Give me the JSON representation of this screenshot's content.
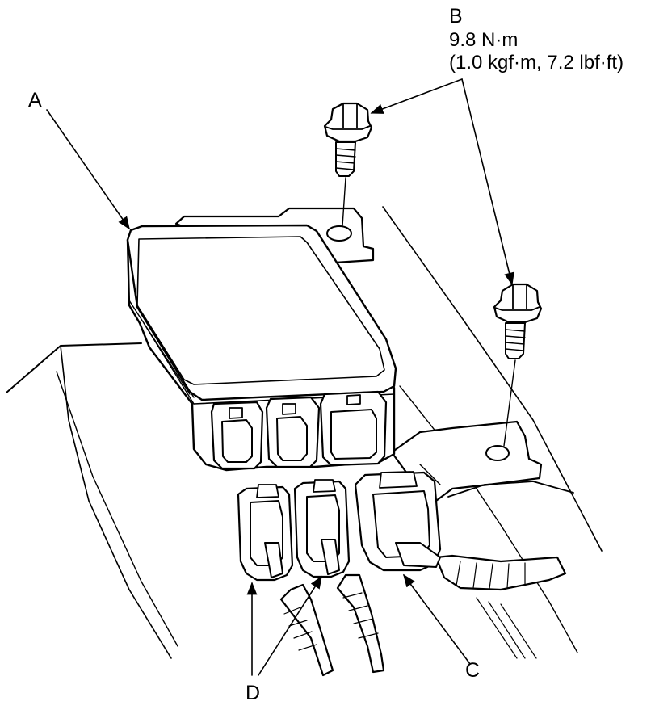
{
  "diagram": {
    "callouts": {
      "a": {
        "letter": "A"
      },
      "b": {
        "letter": "B",
        "spec_line1": "9.8 N·m",
        "spec_line2": "(1.0 kgf·m, 7.2 lbf·ft)"
      },
      "c": {
        "letter": "C"
      },
      "d": {
        "letter": "D"
      }
    },
    "colors": {
      "ink": "#000000",
      "paper": "#ffffff"
    }
  }
}
